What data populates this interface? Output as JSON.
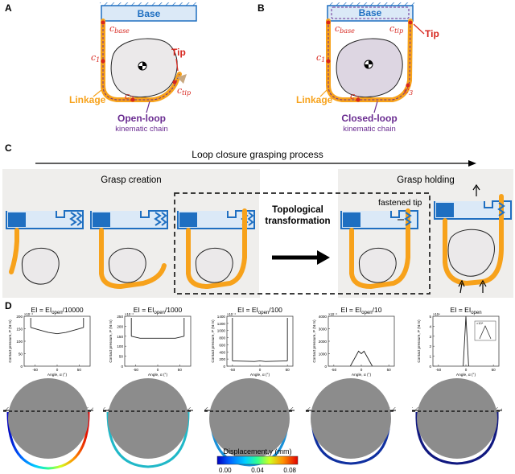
{
  "panels": {
    "a": {
      "letter": "A",
      "base": "Base",
      "c_base": "c",
      "c_base_sub": "base",
      "c1": "c",
      "c1_sub": "1",
      "c2": "c",
      "c2_sub": "2",
      "ctip": "c",
      "ctip_sub": "tip",
      "tip": "Tip",
      "linkage": "Linkage",
      "chain_main": "Open-loop",
      "chain_sub": "kinematic chain"
    },
    "b": {
      "letter": "B",
      "base": "Base",
      "c_base": "c",
      "c_base_sub": "base",
      "ctip": "c",
      "ctip_sub": "tip",
      "c1": "c",
      "c1_sub": "1",
      "c2": "c",
      "c2_sub": "2",
      "c3": "c",
      "c3_sub": "3",
      "tip": "Tip",
      "linkage": "Linkage",
      "chain_main": "Closed-loop",
      "chain_sub": "kinematic chain"
    },
    "c": {
      "letter": "C",
      "process": "Loop closure grasping process",
      "creation": "Grasp creation",
      "holding": "Grasp holding",
      "topo1": "Topological",
      "topo2": "transformation",
      "fastened": "fastened tip"
    },
    "d": {
      "letter": "D",
      "legend_title": "Displacement,y (mm)",
      "legend_ticks": [
        "0.00",
        "0.04",
        "0.08"
      ],
      "ylabel": "Contact pressure, P (N m",
      "xlabel": "Angle, α (°)",
      "titles": [
        {
          "a": "EI = EI",
          "sub": "open",
          "b": "/10000"
        },
        {
          "a": "EI = EI",
          "sub": "open",
          "b": "/1000"
        },
        {
          "a": "EI = EI",
          "sub": "open",
          "b": "/100"
        },
        {
          "a": "EI = EI",
          "sub": "open",
          "b": "/10"
        },
        {
          "a": "EI = EI",
          "sub": "open",
          "b": ""
        }
      ],
      "inset_label": "×10⁴"
    }
  },
  "colors": {
    "orange": "#f7a21b",
    "blue": "#1f6fc1",
    "light_blue": "#dbe9f7",
    "red": "#d7261e",
    "purple": "#6a2c91",
    "gray_bg": "#efeeec",
    "circle_gray": "#8c8c8c"
  },
  "chart_data": [
    {
      "type": "line",
      "title": "EI = EI_open/10000",
      "x": [
        -60,
        -40,
        -20,
        0,
        20,
        40,
        60
      ],
      "y": [
        155,
        145,
        135,
        130,
        135,
        145,
        155
      ],
      "ylim": [
        0,
        200
      ],
      "xlim": [
        -75,
        75
      ],
      "xticks": [
        -50,
        0,
        50
      ],
      "yticks": [
        0,
        50,
        100,
        150,
        200
      ],
      "yexp": "×10⁻³"
    },
    {
      "type": "line",
      "title": "EI = EI_open/1000",
      "x": [
        -60,
        -40,
        -20,
        0,
        20,
        40,
        60
      ],
      "y": [
        150,
        140,
        140,
        140,
        140,
        140,
        150
      ],
      "ylim": [
        0,
        250
      ],
      "xlim": [
        -75,
        75
      ],
      "xticks": [
        -50,
        0,
        50
      ],
      "yticks": [
        0,
        50,
        100,
        150,
        200,
        250
      ],
      "yexp": "×10⁻³"
    },
    {
      "type": "line",
      "title": "EI = EI_open/100",
      "x": [
        -50,
        -30,
        -10,
        0,
        10,
        30,
        50
      ],
      "y": [
        150,
        140,
        130,
        150,
        130,
        140,
        150
      ],
      "ylim": [
        0,
        1400
      ],
      "xlim": [
        -60,
        60
      ],
      "xticks": [
        -50,
        0,
        50
      ],
      "yticks": [
        0,
        200,
        400,
        600,
        800,
        1000,
        1200,
        1400
      ],
      "yexp": "×10⁻³"
    },
    {
      "type": "line",
      "title": "EI = EI_open/10",
      "x": [
        -20,
        -10,
        -5,
        0,
        5,
        10,
        20
      ],
      "y": [
        0,
        800,
        1200,
        1000,
        1200,
        800,
        0
      ],
      "ylim": [
        0,
        4000
      ],
      "xlim": [
        -60,
        60
      ],
      "xticks": [
        -50,
        0,
        50
      ],
      "yticks": [
        0,
        1000,
        2000,
        3000,
        4000
      ],
      "yexp": "×10⁻³"
    },
    {
      "type": "line",
      "title": "EI = EI_open",
      "x": [
        -5,
        0,
        5
      ],
      "y": [
        0,
        5,
        0
      ],
      "ylim": [
        0,
        5
      ],
      "xlim": [
        -60,
        60
      ],
      "xticks": [
        -50,
        0,
        50
      ],
      "yticks": [
        0,
        1,
        2,
        3,
        4,
        5
      ],
      "yexp": "×10⁴"
    }
  ]
}
